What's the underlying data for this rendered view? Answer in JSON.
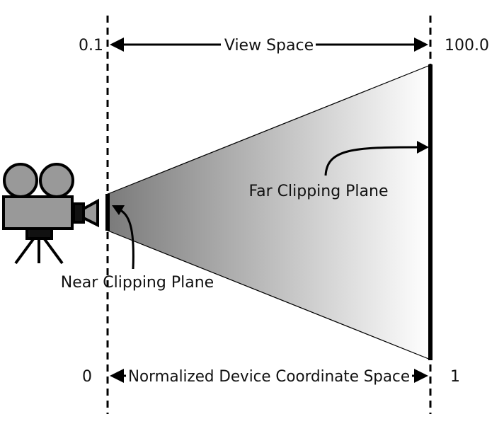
{
  "diagram": {
    "view_space": {
      "label": "View Space",
      "near_value": "0.1",
      "far_value": "100.0"
    },
    "ndc_space": {
      "label": "Normalized Device Coordinate Space",
      "near_value": "0",
      "far_value": "1"
    },
    "near_plane_label": "Near Clipping Plane",
    "far_plane_label": "Far Clipping Plane"
  },
  "colors": {
    "ink": "#000000",
    "frustum_dark": "#7a7a7a",
    "frustum_light": "#ffffff",
    "camera_fill": "#999999"
  }
}
